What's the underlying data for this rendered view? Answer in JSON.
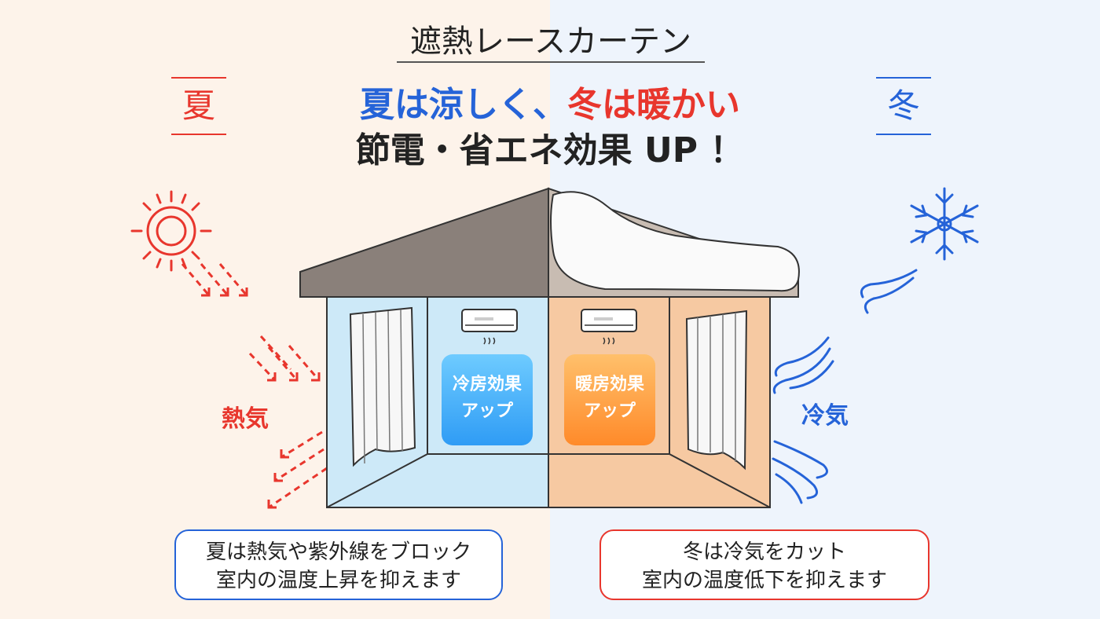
{
  "title": "遮熱レースカーテン",
  "season_summer": "夏",
  "season_winter": "冬",
  "headline": {
    "summer_part": "夏は涼しく、",
    "winter_part": "冬は暖かい",
    "line2": "節電・省エネ効果 UP ！"
  },
  "labels": {
    "heat": "熱気",
    "cold": "冷気"
  },
  "rooms": {
    "cooling_line1": "冷房効果",
    "cooling_line2": "アップ",
    "heating_line1": "暖房効果",
    "heating_line2": "アップ"
  },
  "notes": {
    "summer_line1": "夏は熱気や紫外線をブロック",
    "summer_line2": "室内の温度上昇を抑えます",
    "winter_line1": "冬は冷気をカット",
    "winter_line2": "室内の温度低下を抑えます"
  },
  "colors": {
    "summer_accent": "#e8362d",
    "winter_accent": "#2563d8",
    "summer_bg": "#fdf3ea",
    "winter_bg": "#eef4fc",
    "cool_room": "#cde9f8",
    "warm_room": "#f6c9a2"
  },
  "icons": [
    "sun-icon",
    "snowflake-icon",
    "air-conditioner-icon",
    "curtain-icon",
    "wind-icon",
    "heat-arrow-icon",
    "snow-roof-icon"
  ]
}
